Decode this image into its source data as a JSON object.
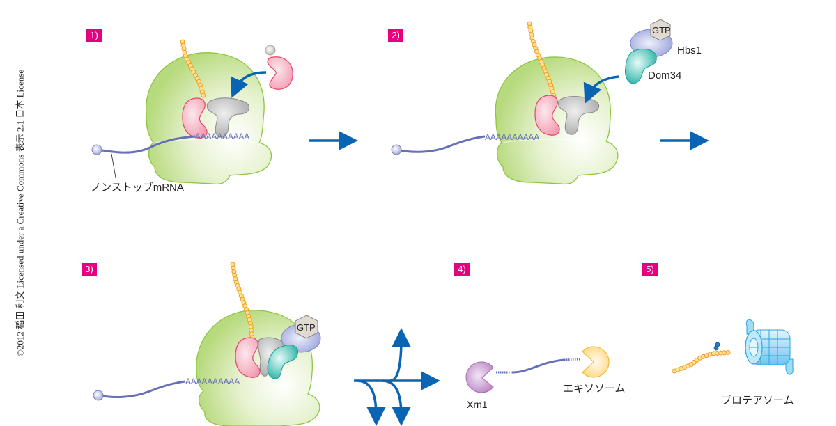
{
  "credit": "©2012 稲田 利文 Licensed under a Creative Commons 表示 2.1 日本 License",
  "steps": [
    {
      "label": "1)"
    },
    {
      "label": "2)"
    },
    {
      "label": "3)"
    },
    {
      "label": "4)"
    },
    {
      "label": "5)"
    }
  ],
  "labels": {
    "nonstop_mrna": "ノンストップmRNA",
    "hbs1": "Hbs1",
    "dom34": "Dom34",
    "gtp": "GTP",
    "poly_a": "AAAAAAAAAA",
    "xrn1": "Xrn1",
    "exosome": "エキソソーム",
    "proteasome": "プロテアソーム"
  },
  "colors": {
    "ribosome": "#c8e39a",
    "ribosome_stroke": "#8cc63f",
    "peptide": "#f7a823",
    "trna_pink": "#f4a7b9",
    "trna_gray": "#b9b9b9",
    "mrna": "#6670b8",
    "arrow": "#0a64b4",
    "hbs1": "#a9b3e0",
    "dom34": "#3fbfb4",
    "xrn1": "#c08ac8",
    "exosome": "#ffd66b",
    "proteasome": "#7ed0f2",
    "badge": "#e5007f"
  }
}
